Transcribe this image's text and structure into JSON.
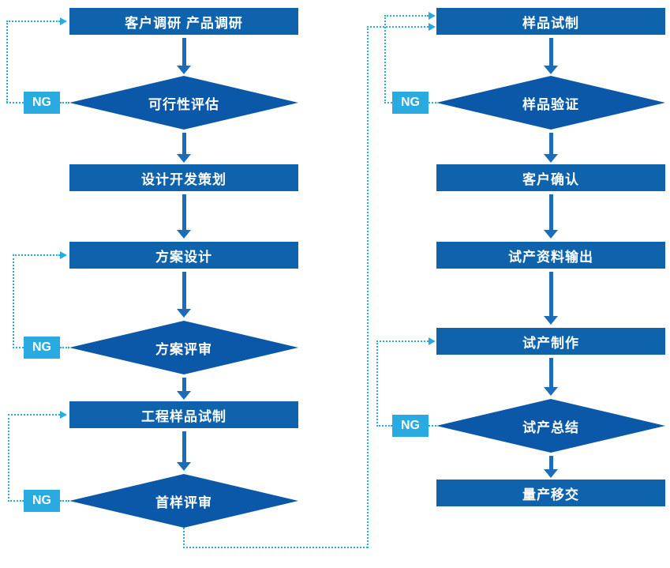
{
  "diagram": {
    "ng_label": "NG",
    "colors": {
      "rect": "#0f63ad",
      "diamond": "#0b58a8",
      "ng": "#29abe2",
      "arrow": "#1c6cba",
      "dot": "#29abe2",
      "text": "#ffffff"
    },
    "left": {
      "nodes": [
        {
          "id": "customer-research",
          "shape": "rect",
          "label": "客户调研 产品调研"
        },
        {
          "id": "feasibility-review",
          "shape": "diamond",
          "label": "可行性评估"
        },
        {
          "id": "design-dev-planning",
          "shape": "rect",
          "label": "设计开发策划"
        },
        {
          "id": "scheme-design",
          "shape": "rect",
          "label": "方案设计"
        },
        {
          "id": "scheme-review",
          "shape": "diamond",
          "label": "方案评审"
        },
        {
          "id": "engineering-sample",
          "shape": "rect",
          "label": "工程样品试制"
        },
        {
          "id": "first-sample-review",
          "shape": "diamond",
          "label": "首样评审"
        }
      ]
    },
    "right": {
      "nodes": [
        {
          "id": "sample-trial",
          "shape": "rect",
          "label": "样品试制"
        },
        {
          "id": "sample-verification",
          "shape": "diamond",
          "label": "样品验证"
        },
        {
          "id": "customer-confirmation",
          "shape": "rect",
          "label": "客户确认"
        },
        {
          "id": "trial-data-output",
          "shape": "rect",
          "label": "试产资料输出"
        },
        {
          "id": "trial-production",
          "shape": "rect",
          "label": "试产制作"
        },
        {
          "id": "trial-summary",
          "shape": "diamond",
          "label": "试产总结"
        },
        {
          "id": "mass-production-handover",
          "shape": "rect",
          "label": "量产移交"
        }
      ]
    }
  }
}
